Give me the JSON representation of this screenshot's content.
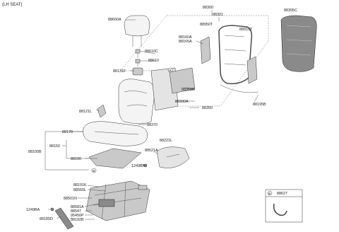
{
  "header": {
    "title": "(LH SEAT)"
  },
  "legend": {
    "marker": "a",
    "part": "88627"
  },
  "labels": {
    "p88300": "88300",
    "p88301": "88301",
    "p88395C": "88395C",
    "p88600A": "88600A",
    "p88950T": "88950T",
    "p88910T": "88910T",
    "p88160A": "88160A",
    "p88165A": "88165A",
    "p88610C": "88610C",
    "p88610": "88610",
    "p88131F": "88131F",
    "p88358B": "88358B",
    "p88390A": "88390A",
    "p88350": "88350",
    "p88121L": "88121L",
    "p88195B": "88195B",
    "p88370": "88370",
    "p88170": "88170",
    "p88100B": "88100B",
    "p88150": "88150",
    "p88190": "88190",
    "p88221L": "88221L",
    "p88521A": "88521A",
    "p1249BA_a": "1249BA",
    "p88191K": "88191K",
    "p88560L": "88560L",
    "p88501N": "88501N",
    "p88581A": "88581A",
    "p1249BA_b": "1249BA",
    "p88547": "88547",
    "p95450P": "95450P",
    "p88192B": "88192B",
    "p88185D": "88185D"
  },
  "callouts": {
    "a1": "a",
    "a2": "a"
  }
}
